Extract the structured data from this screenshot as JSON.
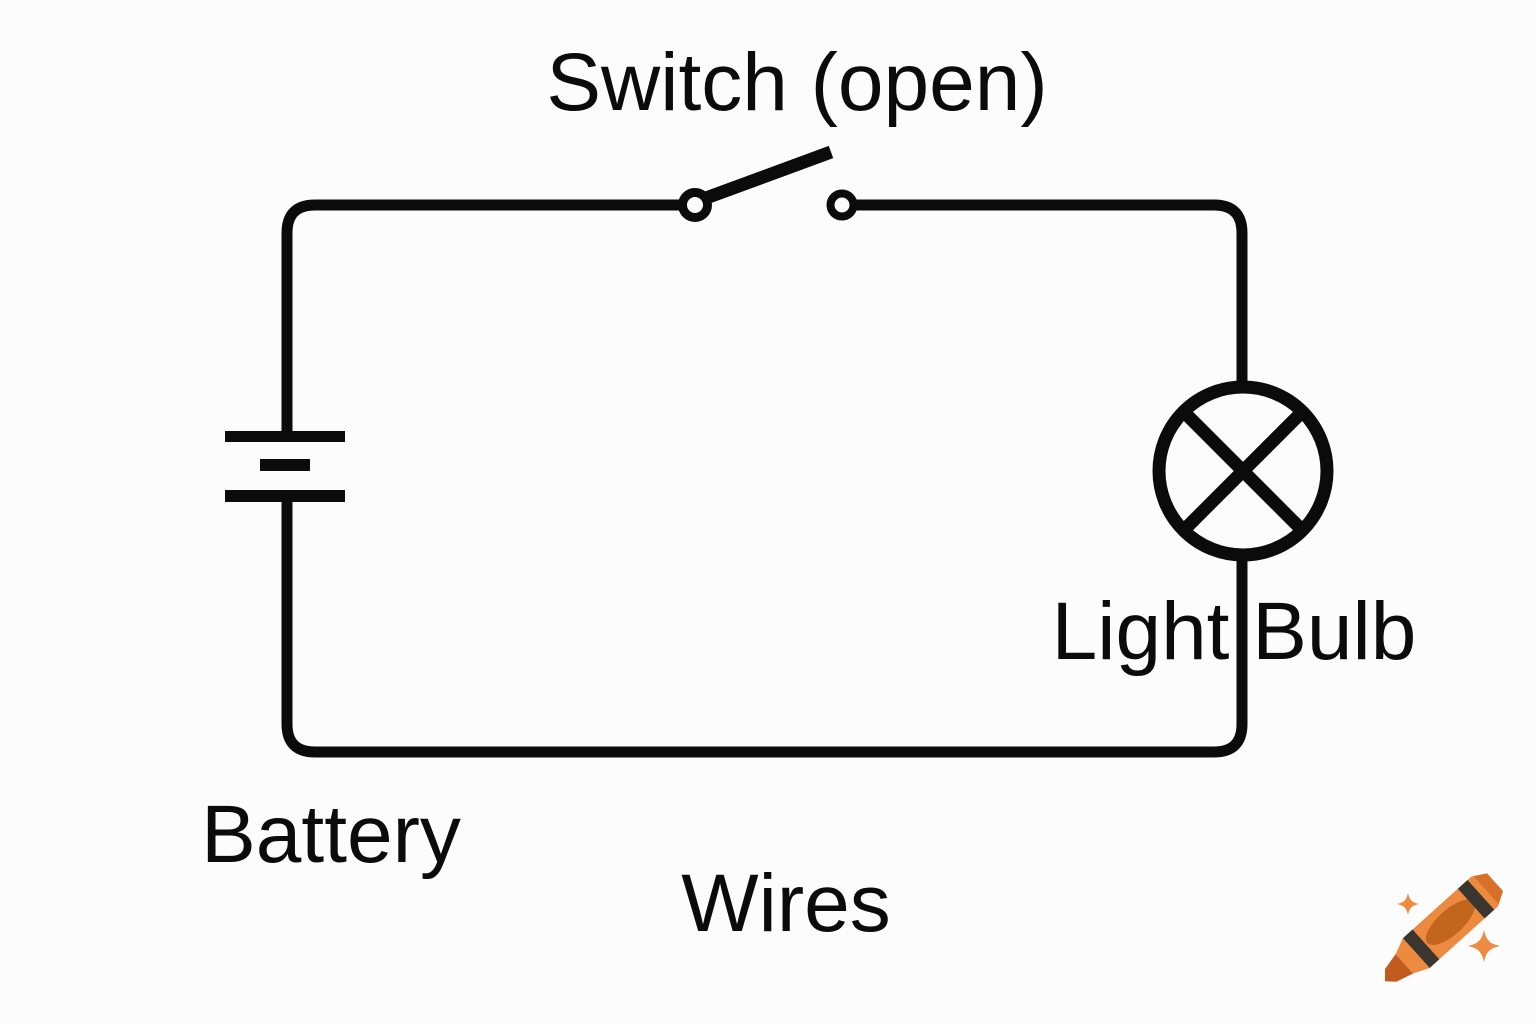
{
  "diagram": {
    "type": "simple-series-circuit",
    "labels": {
      "switch": "Switch (open)",
      "battery": "Battery",
      "wires": "Wires",
      "light_bulb": "Light Bulb"
    },
    "components": [
      {
        "name": "battery",
        "symbol": "battery-cell-plates",
        "label": "Battery"
      },
      {
        "name": "switch",
        "symbol": "knife-switch",
        "state": "open",
        "label": "Switch (open)"
      },
      {
        "name": "light-bulb",
        "symbol": "circle-with-cross",
        "label": "Light Bulb"
      },
      {
        "name": "wires",
        "symbol": "rounded-rectangle-loop",
        "label": "Wires"
      }
    ],
    "colors": {
      "wire": "#0b0b0b",
      "background": "#fcfcfc"
    }
  },
  "watermark": {
    "icon": "crayon-icon",
    "description": "orange crayon with sparkles",
    "colors": {
      "crayon_body": "#EC8A3F",
      "crayon_shade": "#C2661E",
      "crayon_tip": "#C05A1D",
      "crayon_end": "#D8702A",
      "stripe": "#3B352F",
      "sparkle": "#ED8B44"
    }
  }
}
